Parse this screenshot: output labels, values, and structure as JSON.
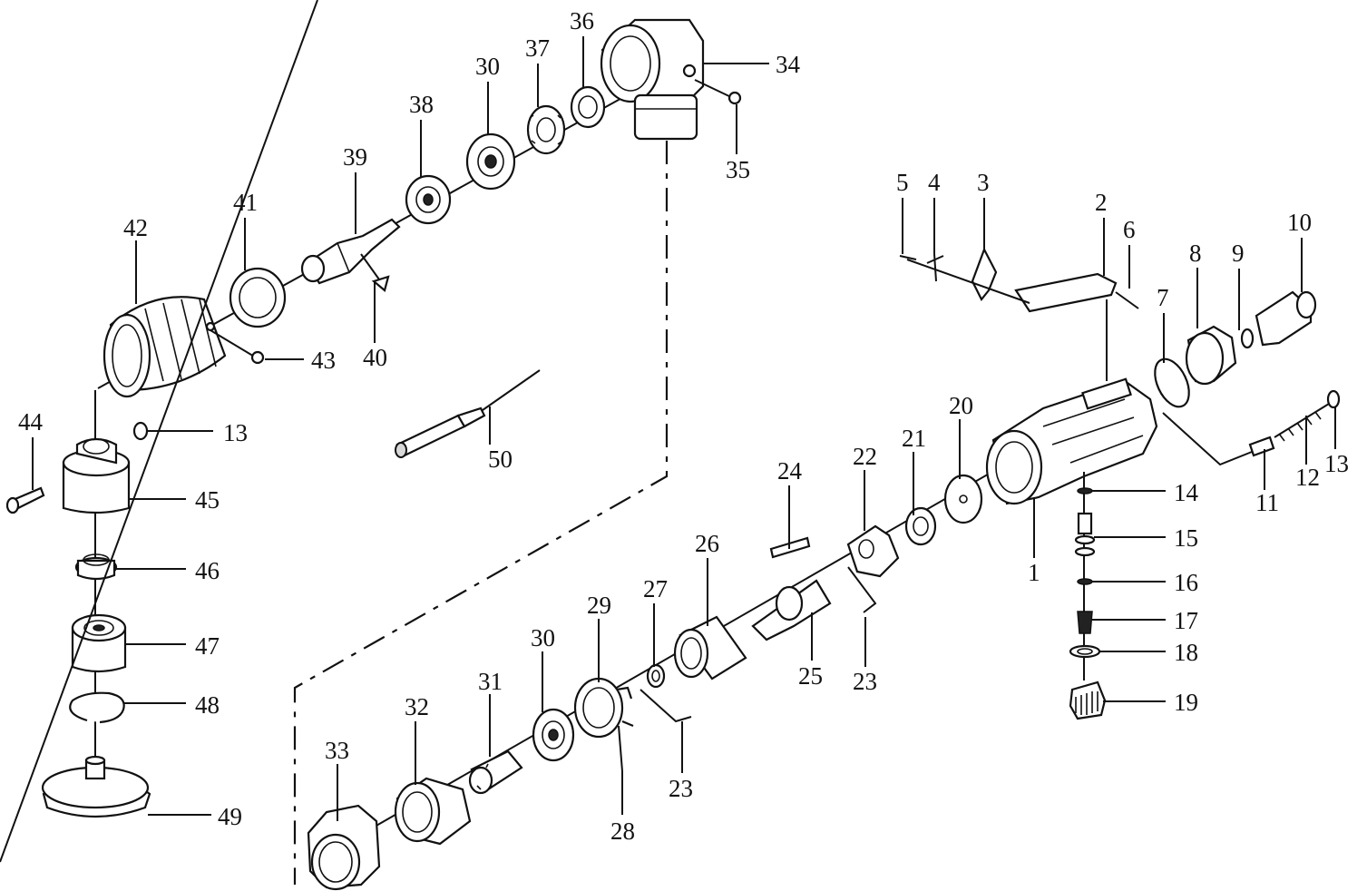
{
  "labels": {
    "p1": "1",
    "p2": "2",
    "p3": "3",
    "p4": "4",
    "p5": "5",
    "p6": "6",
    "p7": "7",
    "p8": "8",
    "p9": "9",
    "p10": "10",
    "p11": "11",
    "p12": "12",
    "p13a": "13",
    "p13b": "13",
    "p14": "14",
    "p15": "15",
    "p16": "16",
    "p17": "17",
    "p18": "18",
    "p19": "19",
    "p20": "20",
    "p21": "21",
    "p22": "22",
    "p23a": "23",
    "p23b": "23",
    "p24": "24",
    "p25": "25",
    "p26": "26",
    "p27": "27",
    "p28": "28",
    "p29": "29",
    "p30a": "30",
    "p30b": "30",
    "p31": "31",
    "p32": "32",
    "p33": "33",
    "p34": "34",
    "p35": "35",
    "p36": "36",
    "p37": "37",
    "p38": "38",
    "p39": "39",
    "p40": "40",
    "p41": "41",
    "p42": "42",
    "p43": "43",
    "p44": "44",
    "p45": "45",
    "p46": "46",
    "p47": "47",
    "p48": "48",
    "p49": "49",
    "p50": "50"
  }
}
